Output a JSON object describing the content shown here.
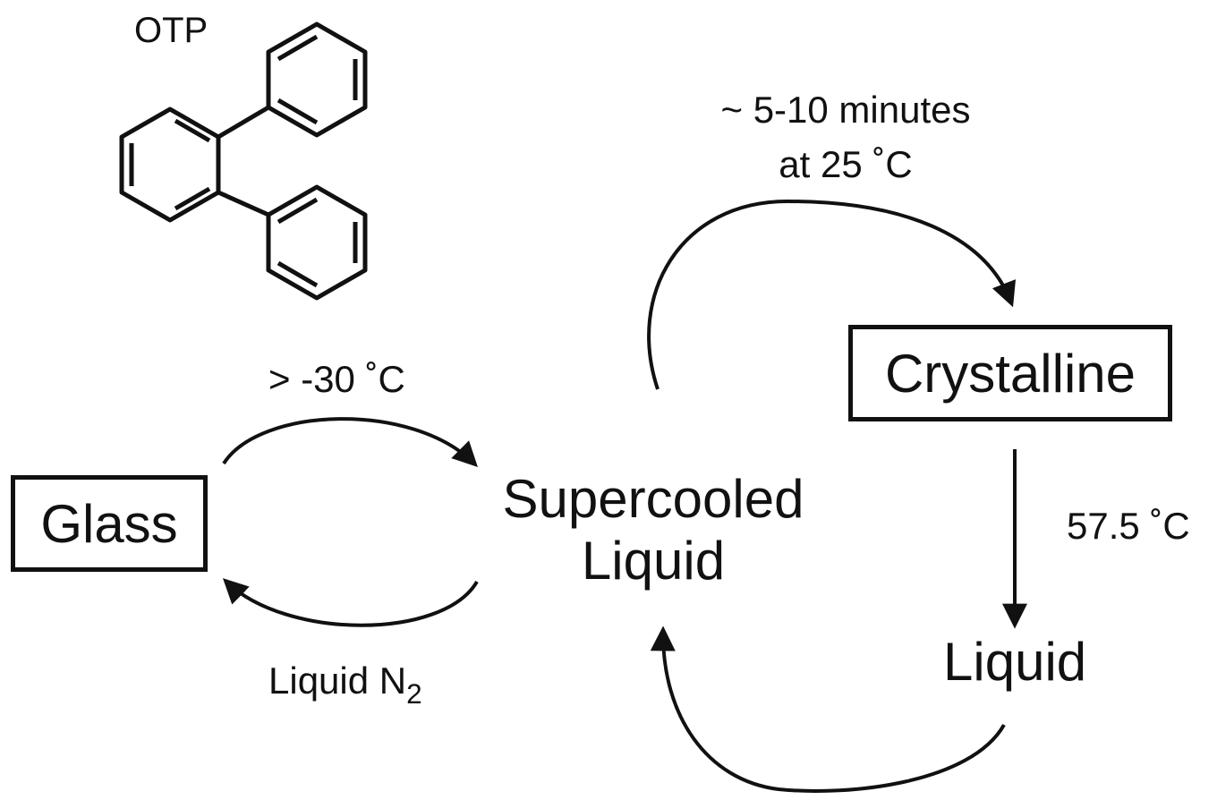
{
  "molecule": {
    "name": "OTP"
  },
  "states": {
    "glass": "Glass",
    "supercooled_line1": "Supercooled",
    "supercooled_line2": "Liquid",
    "crystalline": "Crystalline",
    "liquid": "Liquid"
  },
  "transitions": {
    "glass_to_supercooled": "> -30 ˚C",
    "supercooled_to_glass_main": "Liquid N",
    "supercooled_to_glass_sub": "2",
    "supercooled_to_crystalline_line1": "~ 5-10 minutes",
    "supercooled_to_crystalline_line2": "at 25 ˚C",
    "crystalline_to_liquid": "57.5 ˚C"
  }
}
